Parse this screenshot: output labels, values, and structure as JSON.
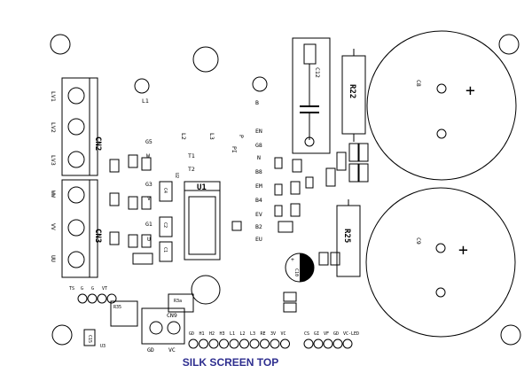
{
  "caption": "SILK SCREEN TOP",
  "connectors": {
    "cn2": {
      "label": "CN2",
      "pins": [
        "LV1",
        "LV2",
        "LV3"
      ]
    },
    "cn3": {
      "label": "CN3",
      "pins": [
        "WW",
        "VV",
        "UU"
      ]
    },
    "cn9": {
      "label": "CN9",
      "pins": [
        "GD",
        "VC"
      ]
    }
  },
  "capacitors": {
    "c8": "C8",
    "c9": "C9",
    "c12": "C12",
    "c10": "C10",
    "c4": "C4",
    "c2": "C2",
    "c1": "C1",
    "c15": "C15"
  },
  "resistors": {
    "r22": "R22",
    "r25": "R25",
    "r35": "R35"
  },
  "ic": {
    "u1": "U1",
    "u2": "U2",
    "u3": "U3"
  },
  "polarity": {
    "plus": "+"
  },
  "header_pins": [
    "GD",
    "H1",
    "H2",
    "H3",
    "L1",
    "L2",
    "L3",
    "RE",
    "3V",
    "VC"
  ],
  "header_pins_right": [
    "CS",
    "GI",
    "VF",
    "GD",
    "VC-LED"
  ],
  "top_left_header": [
    "TS",
    "G",
    "G",
    "VT"
  ],
  "misc_labels": {
    "l1": "L1",
    "l2": "L2",
    "l3": "L3",
    "b": "B",
    "en": "EN",
    "pi": "PI",
    "p": "P",
    "g8": "G8",
    "n": "N",
    "b8": "B8",
    "em": "EM",
    "b4": "B4",
    "ev": "EV",
    "b2": "B2",
    "eu": "EU",
    "g5": "G5",
    "w": "W",
    "g3": "G3",
    "v": "V",
    "g1": "G1",
    "u": "U",
    "t1": "T1",
    "t2": "T2",
    "r3a": "R3a"
  }
}
